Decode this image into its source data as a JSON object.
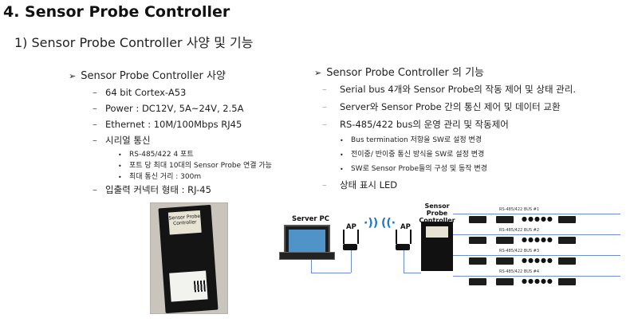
{
  "title": "4. Sensor Probe Controller",
  "subtitle": "1) Sensor Probe Controller 사양 및 기능",
  "spec": {
    "heading": "Sensor Probe Controller 사양",
    "items": [
      {
        "text": "64 bit Cortex-A53"
      },
      {
        "text": "Power : DC12V, 5A~24V, 2.5A"
      },
      {
        "text": "Ethernet : 10M/100Mbps RJ45"
      },
      {
        "text": "시리얼 통신"
      },
      {
        "text": "입출력 커넥터 형태 : RJ-45"
      }
    ],
    "serial_sub": [
      "RS-485/422 4 포트",
      "포트 당 최대 10대의 Sensor Probe 연결 가능",
      "최대 통신 거리 : 300m"
    ]
  },
  "func": {
    "heading": "Sensor Probe Controller 의 기능",
    "items": [
      "Serial bus 4개와 Sensor Probe의 작동 제어 및 상태 관리.",
      "Server와 Sensor Probe 간의 통신 제어 및 데이터 교환",
      "RS-485/422 bus의 운영 관리 및 작동제어",
      "상태 표시 LED"
    ],
    "sub": [
      "Bus termination 저항을 SW로 설정 변경",
      "전이중/ 반이중 통신 방식을 SW로 설정 변경",
      "SW로 Sensor Probe들의 구성 및 동작 변경"
    ]
  },
  "photo": {
    "device_label": "Sensor Probe Controller"
  },
  "diagram": {
    "server_label": "Server PC",
    "ap_label_1": "AP",
    "ap_label_2": "AP",
    "controller_label": "Sensor Probe Controller",
    "buses": [
      "RS-485/422 BUS #1",
      "RS-485/422 BUS #2",
      "RS-485/422 BUS #3",
      "RS-485/422 BUS #4"
    ],
    "dots": "●●●●●"
  },
  "colors": {
    "wifi": "#1e75c9",
    "bus_line": "#6b8fc7",
    "screen": "#4f93c9"
  }
}
